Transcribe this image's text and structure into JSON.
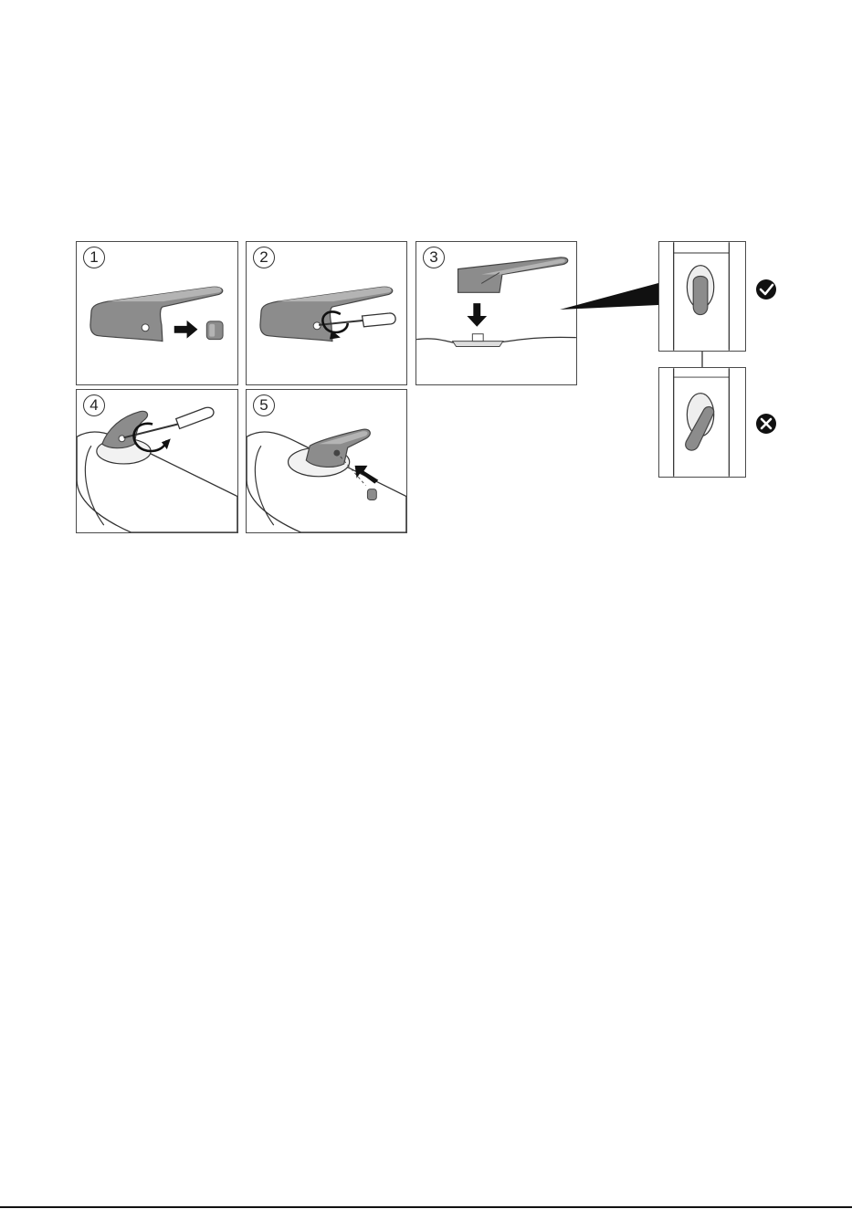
{
  "steps": [
    {
      "number": "1"
    },
    {
      "number": "2"
    },
    {
      "number": "3"
    },
    {
      "number": "4"
    },
    {
      "number": "5"
    }
  ],
  "indicators": {
    "correct": "check-icon",
    "incorrect": "cross-icon"
  },
  "colors": {
    "handle_fill": "#8c8c8c",
    "handle_light": "#b4b4b4",
    "line": "#333333",
    "badge": "#111111"
  }
}
